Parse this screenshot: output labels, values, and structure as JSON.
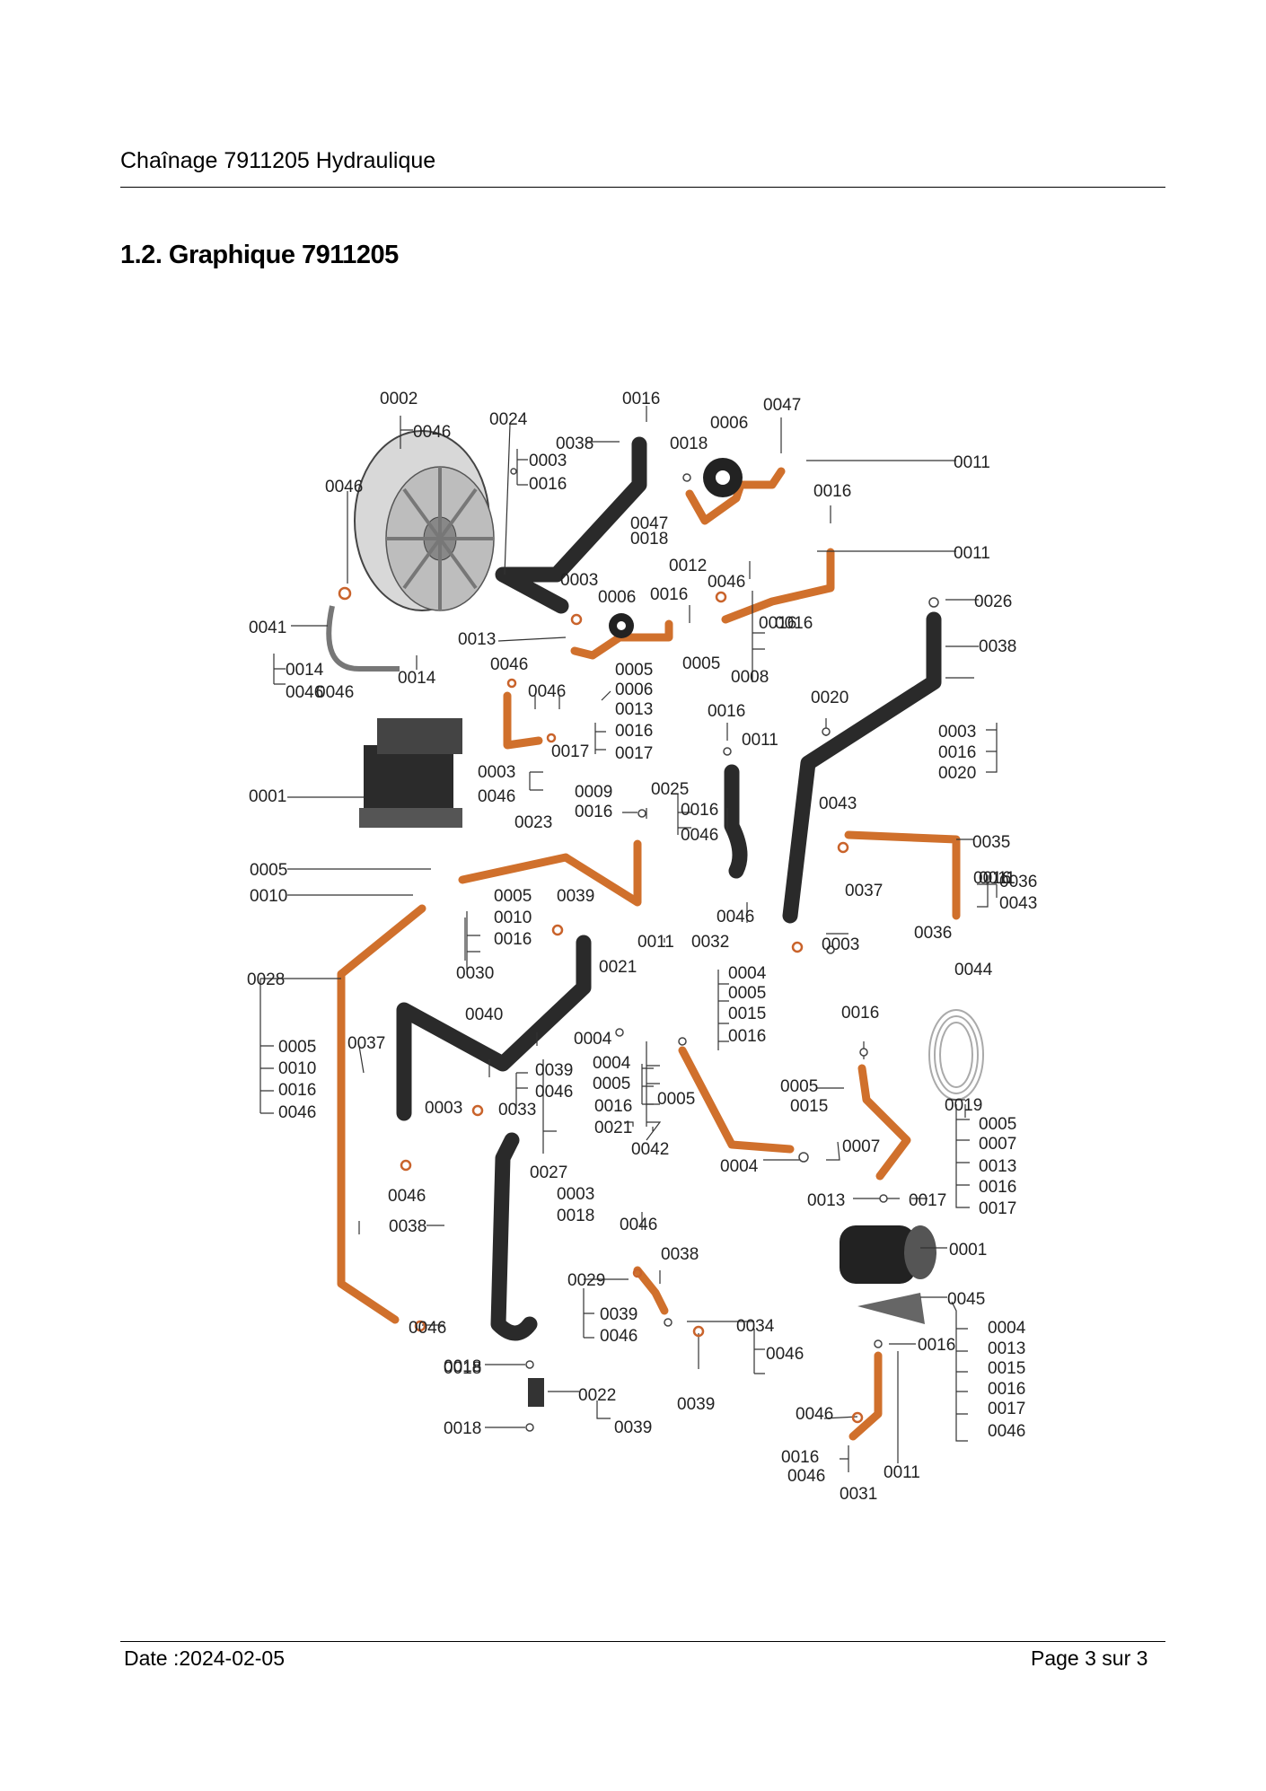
{
  "header": {
    "title": "Chaînage 7911205 Hydraulique"
  },
  "section": {
    "title": "1.2. Graphique 7911205"
  },
  "footer": {
    "date": "Date :2024-02-05",
    "page": "Page 3 sur  3"
  },
  "diagram": {
    "labels": [
      "0002",
      "0046",
      "0024",
      "0016",
      "0047",
      "0006",
      "0038",
      "0018",
      "0003",
      "0016",
      "0011",
      "0046",
      "0016",
      "0011",
      "0047",
      "0018",
      "0012",
      "0046",
      "0003",
      "0006",
      "0016",
      "0041",
      "0013",
      "0016",
      "0046",
      "0008",
      "0014",
      "0046",
      "0014",
      "0046",
      "0046",
      "0005",
      "0006",
      "0013",
      "0016",
      "0017",
      "0005",
      "0016",
      "0026",
      "0020",
      "0038",
      "0003",
      "0016",
      "0020",
      "0016",
      "0011",
      "0001",
      "0003",
      "0046",
      "0023",
      "0009",
      "0016",
      "0025",
      "0016",
      "0046",
      "0017",
      "0043",
      "0035",
      "0016",
      "0011",
      "0005",
      "0010",
      "0036",
      "0043",
      "0037",
      "0005",
      "0039",
      "0010",
      "0016",
      "0011",
      "0032",
      "0046",
      "0036",
      "0003",
      "0030",
      "0028",
      "0021",
      "0004",
      "0005",
      "0015",
      "0016",
      "0044",
      "0040",
      "0004",
      "0016",
      "0037",
      "0005",
      "0010",
      "0016",
      "0046",
      "0039",
      "0046",
      "0004",
      "0005",
      "0016",
      "0021",
      "0005",
      "0003",
      "0033",
      "0042",
      "0005",
      "0015",
      "0019",
      "0005",
      "0007",
      "0013",
      "0016",
      "0017",
      "0004",
      "0007",
      "0046",
      "0027",
      "0003",
      "0018",
      "0013",
      "0017",
      "0046",
      "0038",
      "0038",
      "0001",
      "0029",
      "0039",
      "0046",
      "0034",
      "0045",
      "0004",
      "0013",
      "0015",
      "0016",
      "0017",
      "0046",
      "0039",
      "0046",
      "0016",
      "0018",
      "0022",
      "0018",
      "0039",
      "0046",
      "0016",
      "0046",
      "0011",
      "0031",
      "0046",
      "0018"
    ]
  }
}
